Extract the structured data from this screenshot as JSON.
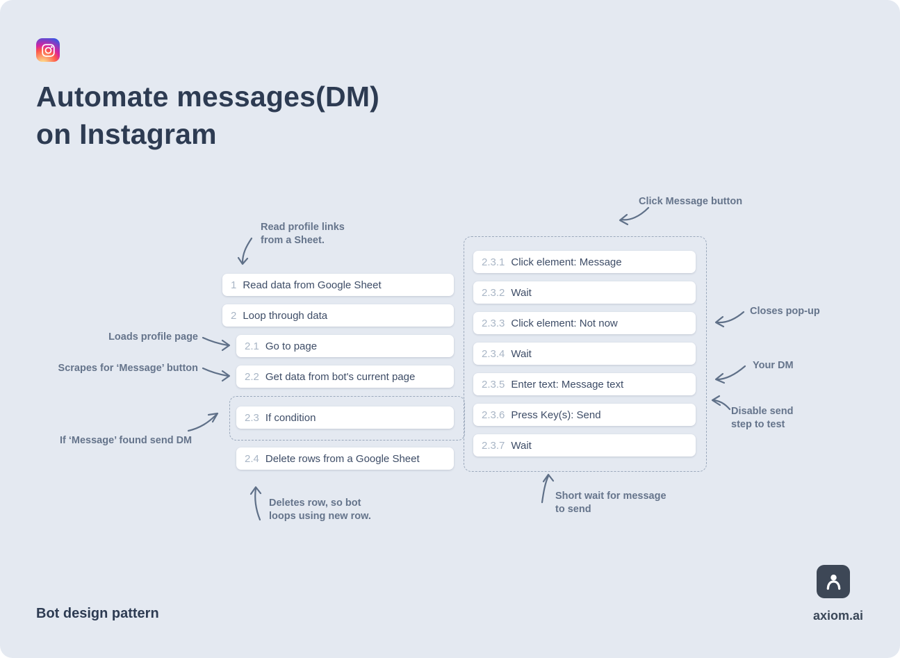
{
  "page": {
    "title": "Automate messages(DM)\non Instagram",
    "footer_left": "Bot design pattern",
    "footer_right": "axiom.ai"
  },
  "icons": {
    "brand": "instagram-icon",
    "logo": "axiom-bot-icon"
  },
  "colors": {
    "background": "#E4E9F1",
    "card": "#FFFFFF",
    "text_dark": "#2D3B52",
    "annotation": "#65748B",
    "step_number": "#A9B6C6",
    "logo_bg": "#3D4756",
    "dashed_border": "#9AA8BB"
  },
  "steps_main": [
    {
      "num": "1",
      "label": "Read data from Google Sheet"
    },
    {
      "num": "2",
      "label": "Loop through data"
    },
    {
      "num": "2.1",
      "label": "Go to page"
    },
    {
      "num": "2.2",
      "label": "Get data from bot's current page"
    },
    {
      "num": "2.3",
      "label": "If condition"
    },
    {
      "num": "2.4",
      "label": "Delete rows from a Google Sheet"
    }
  ],
  "steps_sub": [
    {
      "num": "2.3.1",
      "label": "Click element: Message"
    },
    {
      "num": "2.3.2",
      "label": "Wait"
    },
    {
      "num": "2.3.3",
      "label": "Click element: Not now"
    },
    {
      "num": "2.3.4",
      "label": "Wait"
    },
    {
      "num": "2.3.5",
      "label": "Enter text: Message text"
    },
    {
      "num": "2.3.6",
      "label": "Press Key(s): Send"
    },
    {
      "num": "2.3.7",
      "label": "Wait"
    }
  ],
  "annotations": {
    "read_profile": "Read profile links\nfrom a Sheet.",
    "click_message": "Click Message button",
    "loads_profile": "Loads profile page",
    "scrapes": "Scrapes for ‘Message’ button",
    "if_found": "If ‘Message’ found send DM",
    "closes_popup": "Closes pop-up",
    "your_dm": "Your DM",
    "disable_send": "Disable send\nstep to test",
    "short_wait": "Short wait for message\nto send",
    "deletes_row": "Deletes row, so bot\nloops using new row."
  }
}
